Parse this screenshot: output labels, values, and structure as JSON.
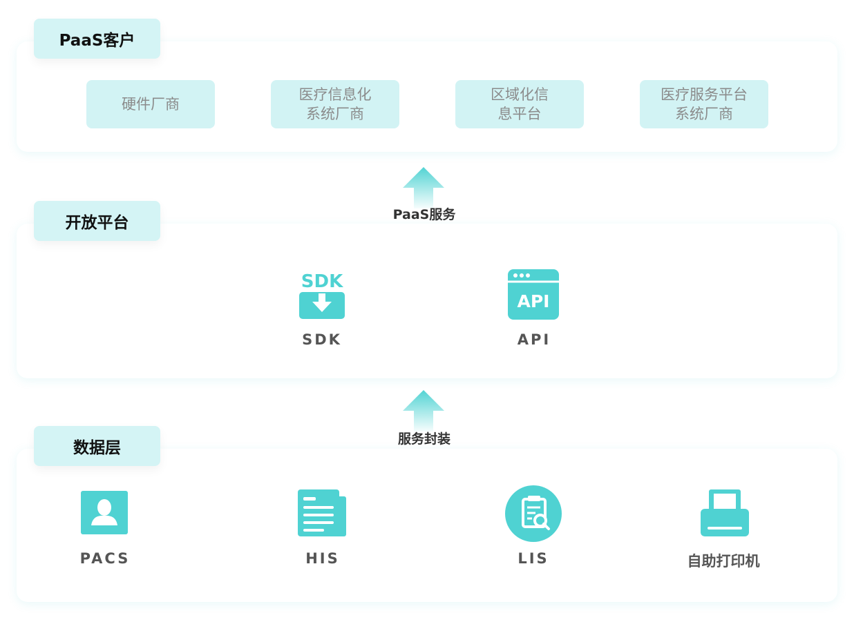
{
  "layers": {
    "customers": {
      "title": "PaaS客户",
      "items": [
        {
          "line1": "硬件厂商",
          "line2": ""
        },
        {
          "line1": "医疗信息化",
          "line2": "系统厂商"
        },
        {
          "line1": "区域化信",
          "line2": "息平台"
        },
        {
          "line1": "医疗服务平台",
          "line2": "系统厂商"
        }
      ]
    },
    "open_platform": {
      "title": "开放平台",
      "sdk_icon_text": "SDK",
      "sdk_label": "SDK",
      "api_icon_text": "API",
      "api_label": "API"
    },
    "data": {
      "title": "数据层",
      "pacs_label": "PACS",
      "his_label": "HIS",
      "lis_label": "LIS",
      "printer_label": "自助打印机"
    }
  },
  "arrows": {
    "upper_label": "PaaS服务",
    "lower_label": "服务封装"
  },
  "colors": {
    "accent": "#4fd2d2",
    "tag_bg": "#d4f4f5",
    "client_text": "#8b8b8b",
    "label_text": "#555555"
  },
  "icons": [
    "sdk-download-icon",
    "api-window-icon",
    "pacs-user-icon",
    "his-document-icon",
    "lis-report-search-icon",
    "printer-icon",
    "arrow-up-icon"
  ]
}
